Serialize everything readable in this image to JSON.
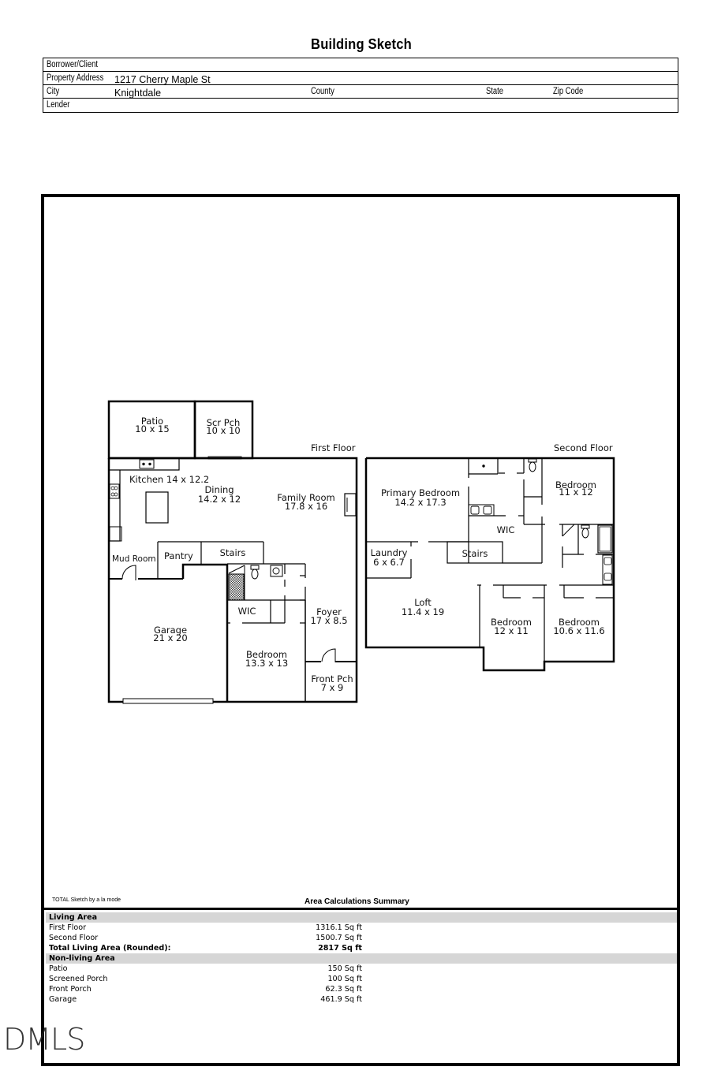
{
  "document": {
    "title": "Building Sketch"
  },
  "header": {
    "borrower_label": "Borrower/Client",
    "borrower_value": "",
    "property_address_label": "Property Address",
    "property_address_value": "1217 Cherry Maple St",
    "city_label": "City",
    "city_value": "Knightdale",
    "county_label": "County",
    "county_value": "",
    "state_label": "State",
    "state_value": "",
    "zip_label": "Zip Code",
    "zip_value": "",
    "lender_label": "Lender",
    "lender_value": ""
  },
  "floors": {
    "first_floor_label": "First Floor",
    "second_floor_label": "Second Floor"
  },
  "rooms": {
    "patio": {
      "name": "Patio",
      "dims": "10 x 15"
    },
    "scr_pch": {
      "name": "Scr Pch",
      "dims": "10 x 10"
    },
    "kitchen": {
      "name": "Kitchen 14 x 12.2"
    },
    "dining": {
      "name": "Dining",
      "dims": "14.2 x 12"
    },
    "family_room": {
      "name": "Family Room",
      "dims": "17.8 x 16"
    },
    "mud_room": {
      "name": "Mud Room"
    },
    "pantry": {
      "name": "Pantry"
    },
    "stairs_1": {
      "name": "Stairs"
    },
    "wic_1": {
      "name": "WIC"
    },
    "foyer": {
      "name": "Foyer",
      "dims": "17 x 8.5"
    },
    "garage": {
      "name": "Garage",
      "dims": "21 x 20"
    },
    "bedroom_1": {
      "name": "Bedroom",
      "dims": "13.3 x 13"
    },
    "front_pch": {
      "name": "Front Pch",
      "dims": "7 x 9"
    },
    "primary_bedroom": {
      "name": "Primary Bedroom",
      "dims": "14.2 x 17.3"
    },
    "bedroom_2": {
      "name": "Bedroom",
      "dims": "11 x 12"
    },
    "wic_2": {
      "name": "WIC"
    },
    "laundry": {
      "name": "Laundry",
      "dims": "6 x 6.7"
    },
    "stairs_2": {
      "name": "Stairs"
    },
    "loft": {
      "name": "Loft",
      "dims": "11.4 x 19"
    },
    "bedroom_3": {
      "name": "Bedroom",
      "dims": "12 x 11"
    },
    "bedroom_4": {
      "name": "Bedroom",
      "dims": "10.6 x 11.6"
    }
  },
  "footer": {
    "software_note": "TOTAL Sketch by a la mode",
    "summary_title": "Area Calculations Summary"
  },
  "area_summary": {
    "living_header": "Living Area",
    "living": [
      {
        "label": "First Floor",
        "value": "1316.1 Sq ft"
      },
      {
        "label": "Second Floor",
        "value": "1500.7 Sq ft"
      }
    ],
    "total": {
      "label": "Total Living Area (Rounded):",
      "value": "2817 Sq ft"
    },
    "nonliving_header": "Non-living Area",
    "nonliving": [
      {
        "label": "Patio",
        "value": "150 Sq ft"
      },
      {
        "label": "Screened Porch",
        "value": "100 Sq ft"
      },
      {
        "label": "Front Porch",
        "value": "62.3 Sq ft"
      },
      {
        "label": "Garage",
        "value": "461.9 Sq ft"
      }
    ]
  },
  "watermark": {
    "text": "DMLS"
  }
}
